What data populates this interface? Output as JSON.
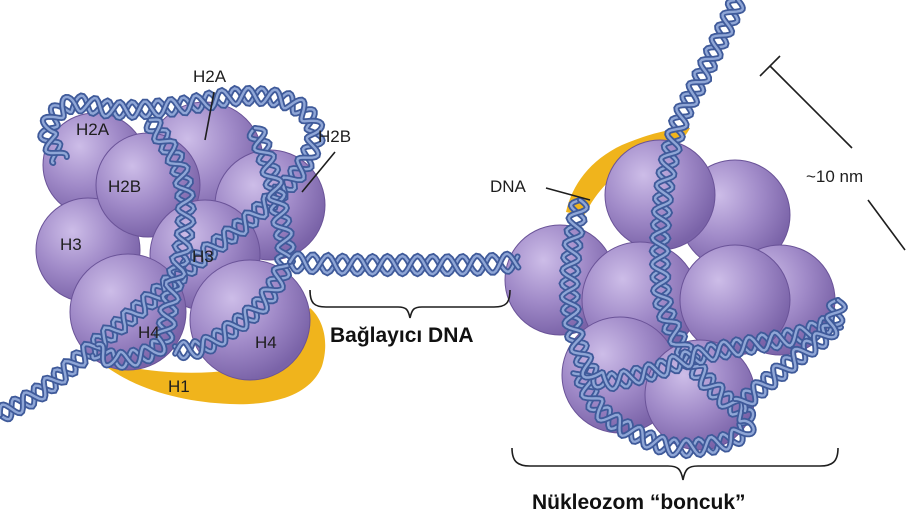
{
  "colors": {
    "histone": "#9b83c4",
    "histone_dark": "#7a62a8",
    "histone_light": "#c4b2e0",
    "dna_strand": "#3f5a9a",
    "dna_light": "#8fa6d6",
    "h1_linker": "#f0b41c"
  },
  "labels": {
    "left_h2a_top": "H2A",
    "left_h2a_inner": "H2A",
    "left_h2b_inner": "H2B",
    "left_h2b_right": "H2B",
    "left_h3_left": "H3",
    "left_h3_center": "H3",
    "left_h4_left": "H4",
    "left_h4_right": "H4",
    "h1": "H1",
    "dna": "DNA",
    "scale": "~10 nm",
    "linker_dna": "Bağlayıcı DNA",
    "nucleosome_bead": "Nükleozom “boncuk”"
  }
}
